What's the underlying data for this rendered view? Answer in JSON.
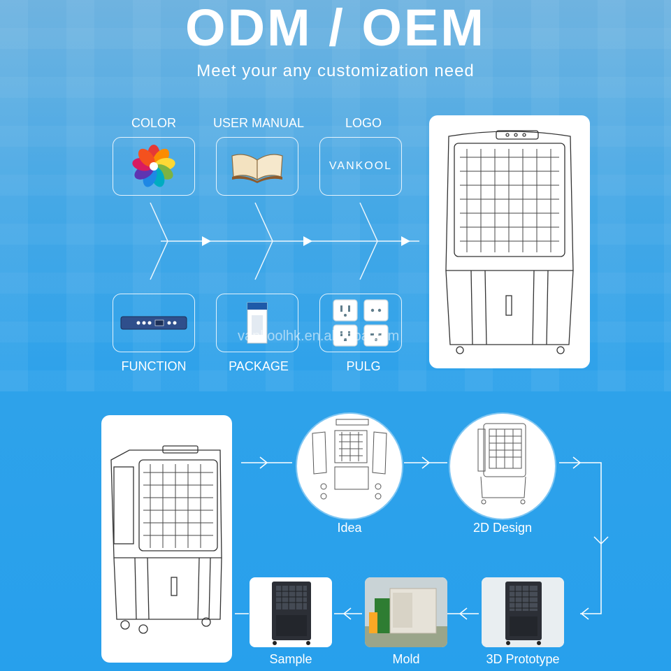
{
  "header": {
    "title": "ODM / OEM",
    "subtitle": "Meet your any customization need"
  },
  "options_top": [
    {
      "label": "COLOR",
      "icon": "color-wheel-icon"
    },
    {
      "label": "USER MANUAL",
      "icon": "open-book-icon"
    },
    {
      "label": "LOGO",
      "logo_text": "VANKOOL"
    }
  ],
  "options_bottom": [
    {
      "label": "FUNCTION",
      "icon": "control-panel-icon"
    },
    {
      "label": "PACKAGE",
      "icon": "package-box-icon"
    },
    {
      "label": "PULG",
      "icon": "plug-socket-icon"
    }
  ],
  "watermark": "vankoolhk.en.alibaba.com",
  "process_steps": {
    "idea": "Idea",
    "design2d": "2D Design",
    "prototype3d": "3D Prototype",
    "mold": "Mold",
    "sample": "Sample"
  },
  "colors": {
    "background": "#2fa2ea",
    "line": "#ffffff",
    "dark_unit": "#2c2f36"
  }
}
